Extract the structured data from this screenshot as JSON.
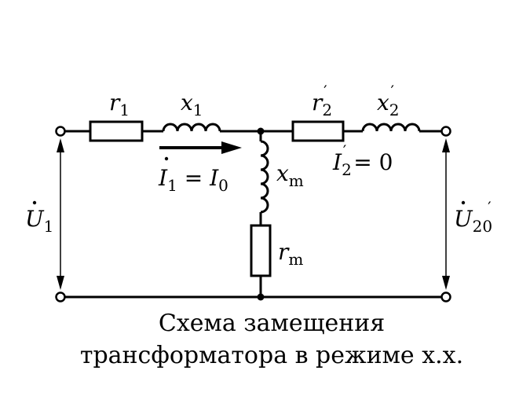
{
  "labels": {
    "r1": {
      "main": "r",
      "sub": "1",
      "sup": ""
    },
    "x1": {
      "main": "x",
      "sub": "1",
      "sup": ""
    },
    "r2": {
      "main": "r",
      "sub": "2",
      "sup": "′"
    },
    "x2": {
      "main": "x",
      "sub": "2",
      "sup": "′"
    },
    "xm": {
      "main": "x",
      "sub": "m",
      "sup": ""
    },
    "rm": {
      "main": "r",
      "sub": "m",
      "sup": ""
    },
    "I1": {
      "main": "I",
      "sub": "1",
      "rest": " = ",
      "main2": "I",
      "sub2": "0"
    },
    "I2": {
      "main": "I",
      "sub": "2",
      "sup": "′",
      "rest": " = 0"
    },
    "U1": {
      "main": "U",
      "sub": "1"
    },
    "U20": {
      "main": "U",
      "sub": "20",
      "sup": "′"
    }
  },
  "caption": {
    "line1": "Схема замещения",
    "line2": "трансформатора в режиме х.х."
  },
  "color": "#000000"
}
